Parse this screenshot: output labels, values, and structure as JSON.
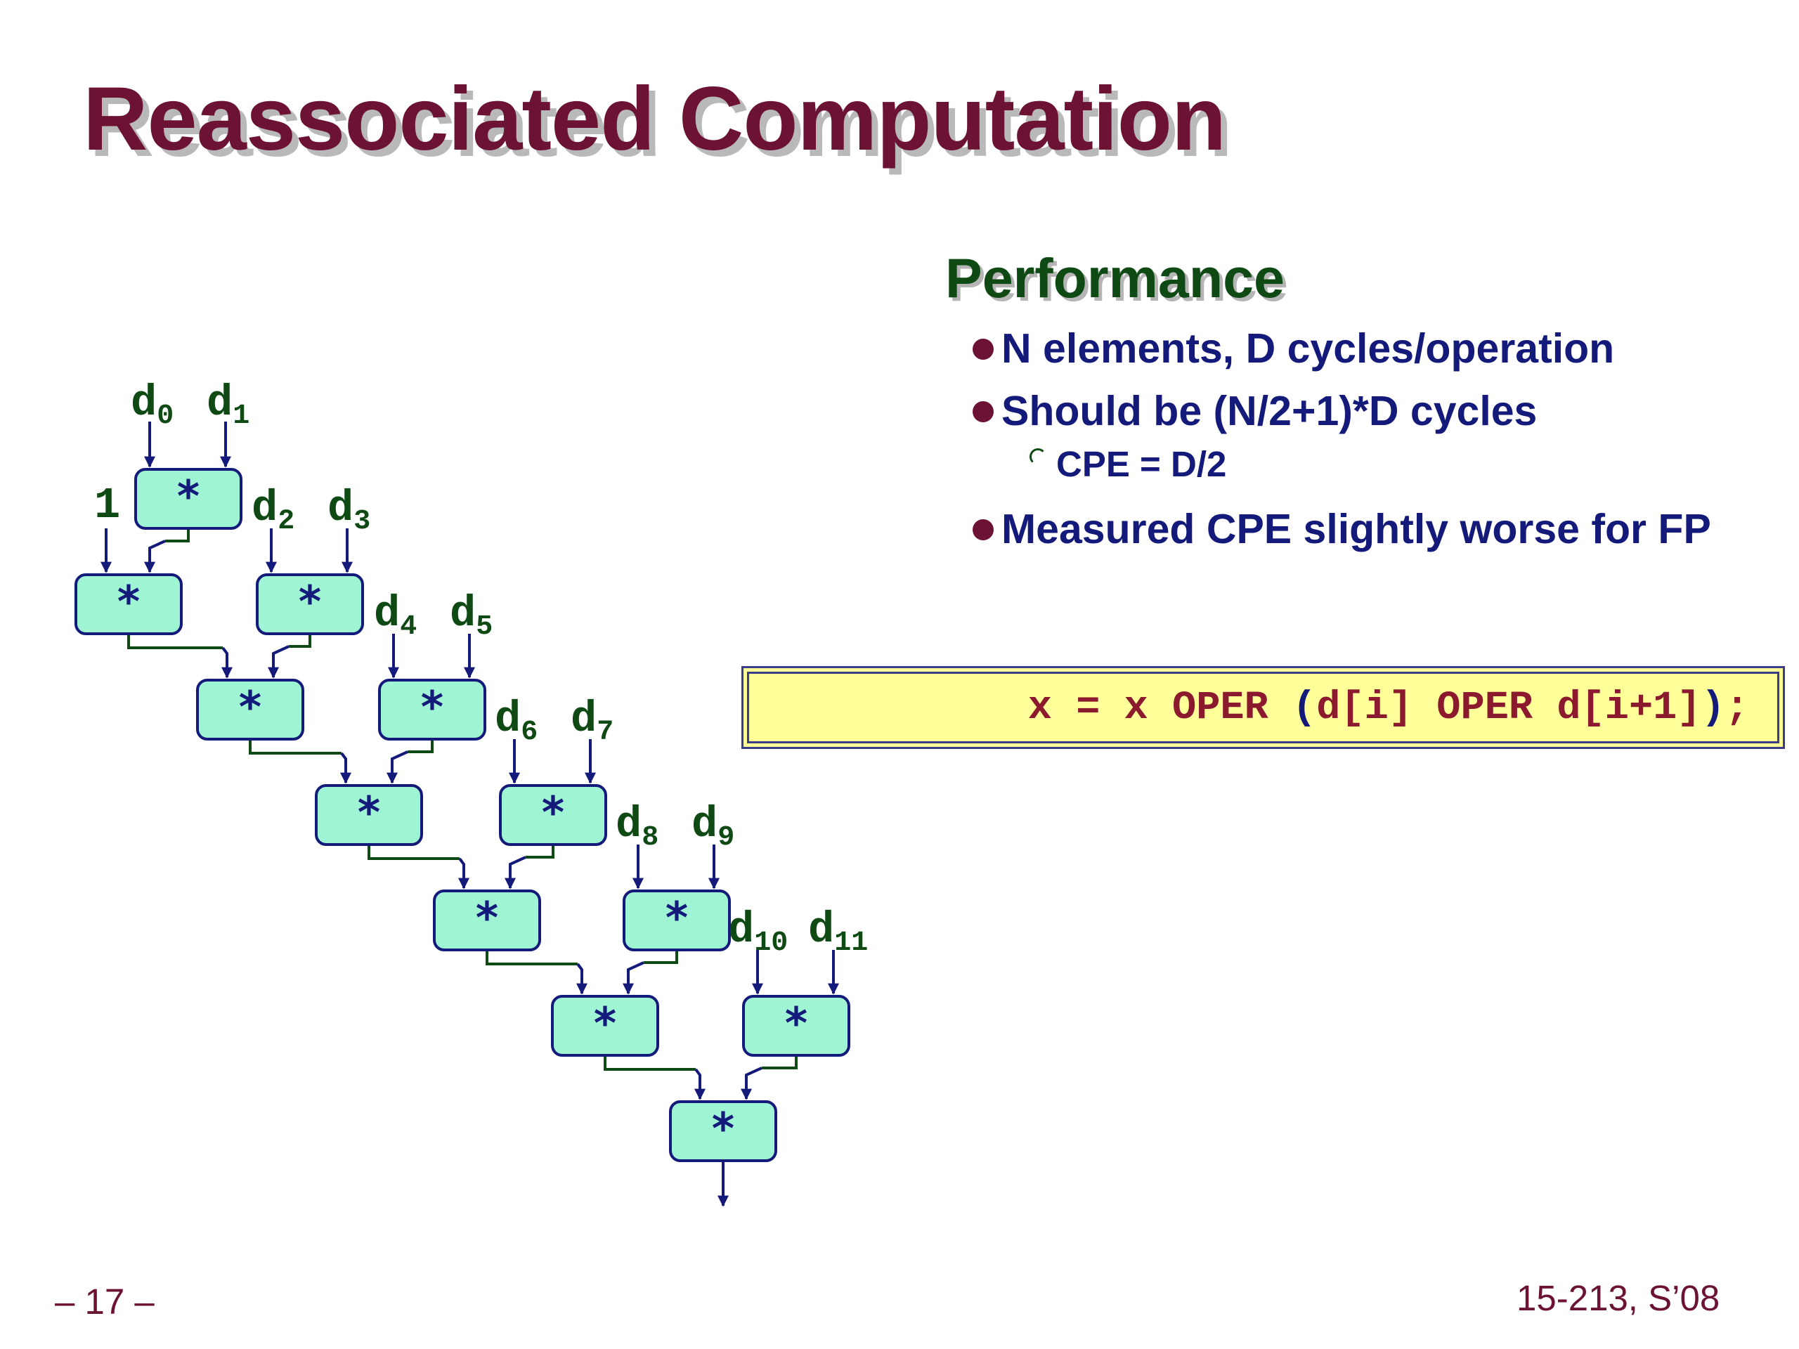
{
  "slide": {
    "title": "Reassociated Computation",
    "page_number": "– 17 –",
    "course": "15-213, S’08"
  },
  "performance": {
    "heading": "Performance",
    "bullets": [
      "N elements, D cycles/operation",
      "Should be (N/2+1)*D cycles",
      "Measured CPE slightly worse for FP"
    ],
    "sub_bullet": "CPE = D/2"
  },
  "code": {
    "parts": [
      "x = x OPER ",
      "(",
      "d[i] OPER d[i+1]",
      ")",
      ";"
    ]
  },
  "diagram": {
    "operator": "*",
    "identity": "1",
    "input_base": "d",
    "input_indices": [
      "0",
      "1",
      "2",
      "3",
      "4",
      "5",
      "6",
      "7",
      "8",
      "9",
      "10",
      "11"
    ],
    "colors": {
      "box_fill": "#9ff5d3",
      "box_border": "#141a7a",
      "wire": "#0f4a14",
      "label": "#0f4a14"
    }
  }
}
